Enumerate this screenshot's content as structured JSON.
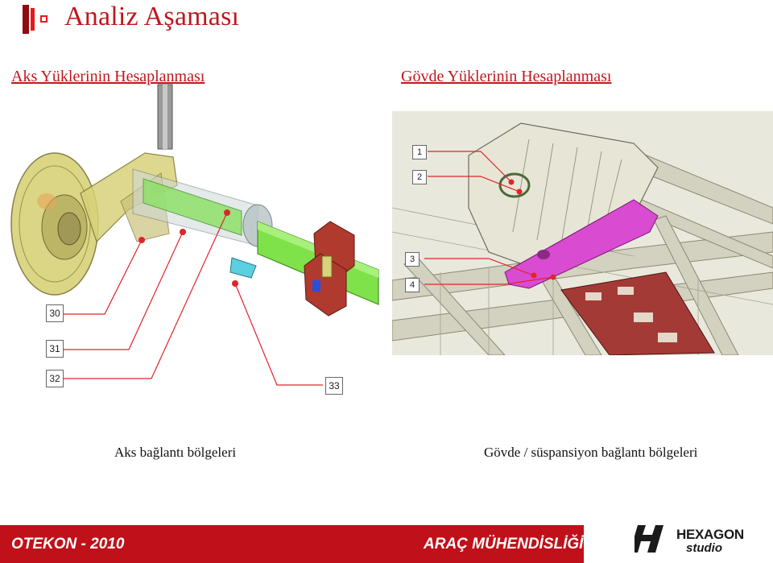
{
  "header": {
    "title": "Analiz Aşaması"
  },
  "sections": {
    "left_title": "Aks Yüklerinin Hesaplanması",
    "right_title": "Gövde Yüklerinin Hesaplanması"
  },
  "left_figure": {
    "callouts": [
      "30",
      "31",
      "32",
      "33"
    ],
    "caption": "Aks bağlantı bölgeleri"
  },
  "right_figure": {
    "callouts": [
      "1",
      "2",
      "3",
      "4"
    ],
    "caption": "Gövde / süspansiyon bağlantı bölgeleri"
  },
  "footer": {
    "left": "OTEKON - 2010",
    "right": "ARAÇ MÜHENDİSLİĞİ"
  },
  "logo": {
    "name": "HEXAGON",
    "sub": "studio"
  },
  "colors": {
    "accent": "#c0171d",
    "footer_band": "#c0101a",
    "leader_line": "#e0242a",
    "axle_shaft": "#7fe24a",
    "housing": "#d8d27a",
    "bracket": "#b03a2e",
    "chassis_highlight": "#d94bd0"
  }
}
